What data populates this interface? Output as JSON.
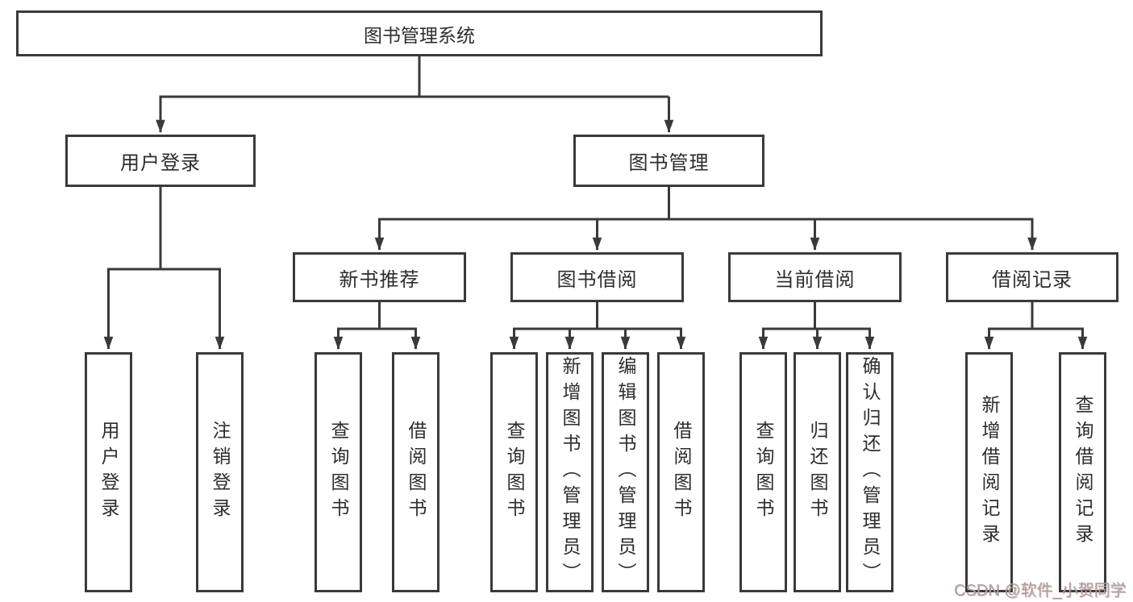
{
  "diagram": {
    "title_node": {
      "label": "图书管理系统"
    },
    "level2": [
      {
        "id": "user-login",
        "label": "用户登录"
      },
      {
        "id": "book-management",
        "label": "图书管理"
      }
    ],
    "level3": [
      {
        "id": "new-book-recommend",
        "label": "新书推荐"
      },
      {
        "id": "book-borrow",
        "label": "图书借阅"
      },
      {
        "id": "current-borrow",
        "label": "当前借阅"
      },
      {
        "id": "borrow-records",
        "label": "借阅记录"
      }
    ],
    "leaves": [
      {
        "id": "user-login-leaf",
        "label": "用户登录"
      },
      {
        "id": "logout",
        "label": "注销登录"
      },
      {
        "id": "query-books-1",
        "label": "查询图书"
      },
      {
        "id": "borrow-books-1",
        "label": "借阅图书"
      },
      {
        "id": "query-books-2",
        "label": "查询图书"
      },
      {
        "id": "add-book-admin",
        "label": "新增图书（管理员）"
      },
      {
        "id": "edit-book-admin",
        "label": "编辑图书（管理员）"
      },
      {
        "id": "borrow-books-2",
        "label": "借阅图书"
      },
      {
        "id": "query-books-3",
        "label": "查询图书"
      },
      {
        "id": "return-books",
        "label": "归还图书"
      },
      {
        "id": "confirm-return-admin",
        "label": "确认归还（管理员）"
      },
      {
        "id": "add-borrow-record",
        "label": "新增借阅记录"
      },
      {
        "id": "query-borrow-record",
        "label": "查询借阅记录"
      }
    ]
  },
  "watermark": {
    "text": "CSDN @软件_小贺同学"
  },
  "colors": {
    "line": "#3a3a3a",
    "box_border": "#3a3a3a",
    "text": "#2d2d2d",
    "watermark": "#a5a5a5"
  }
}
